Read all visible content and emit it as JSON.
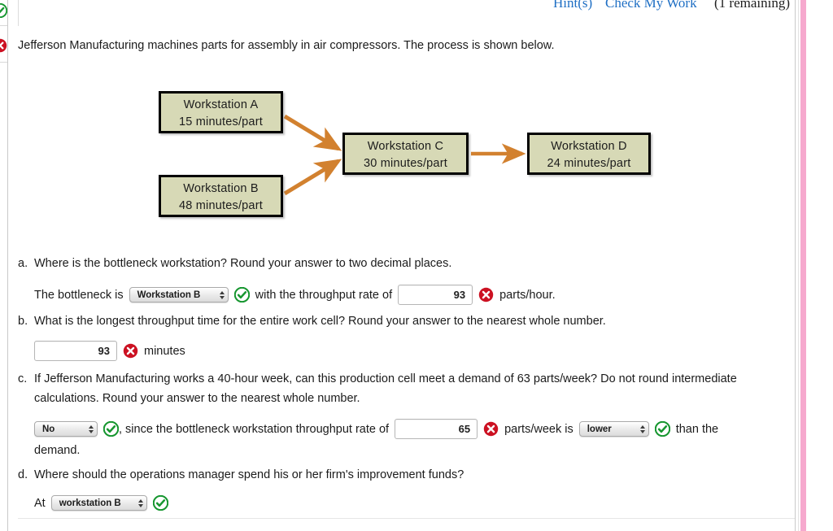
{
  "header": {
    "hint_label": "Hint(s)",
    "check_label": "Check My Work",
    "remaining_label": "(1 remaining)",
    "link_color": "#1f6fc4"
  },
  "intro": {
    "text": "Jefferson Manufacturing machines parts for assembly in air compressors. The process is shown below."
  },
  "diagram": {
    "box_fill": "#d7d9b6",
    "box_border": "#000000",
    "arrow_color": "#d2812f",
    "workstations": [
      {
        "id": "ws-a",
        "name": "Workstation A",
        "time": "15 minutes/part"
      },
      {
        "id": "ws-b",
        "name": "Workstation B",
        "time": "48 minutes/part"
      },
      {
        "id": "ws-c",
        "name": "Workstation C",
        "time": "30 minutes/part"
      },
      {
        "id": "ws-d",
        "name": "Workstation D",
        "time": "24 minutes/part"
      }
    ]
  },
  "questions": [
    {
      "letter": "a.",
      "text": "Where is the bottleneck workstation? Round your answer to two decimal places.",
      "lead_text": "The bottleneck is",
      "select_value": "Workstation B",
      "select_status": "correct",
      "mid_text": "with the throughput rate of",
      "input_value": "93",
      "input_status": "incorrect",
      "trail_text": "parts/hour."
    },
    {
      "letter": "b.",
      "text": "What is the longest throughput time for the entire work cell? Round your answer to the nearest whole number.",
      "input_value": "93",
      "input_status": "incorrect",
      "trail_text": "minutes"
    },
    {
      "letter": "c.",
      "text": "If Jefferson Manufacturing works a 40-hour week, can this production cell meet a demand of 63 parts/week? Do not round intermediate",
      "text_line2": "calculations. Round your answer to the nearest whole number.",
      "select_value": "No",
      "select_status": "correct",
      "mid_text": ", since the bottleneck workstation throughput rate of",
      "input_value": "65",
      "input_status": "incorrect",
      "mid_text2": "parts/week is",
      "select2_value": "lower",
      "select2_status": "correct",
      "trail_text": "than the",
      "trail_text2": "demand."
    },
    {
      "letter": "d.",
      "text": "Where should the operations manager spend his or her firm's improvement funds?",
      "lead_text": "At",
      "select_value": "workstation B",
      "select_status": "correct"
    }
  ],
  "icons": {
    "correct_name": "green-check-icon",
    "incorrect_name": "red-x-icon",
    "correct_color": "#16962f",
    "incorrect_color": "#cc1122"
  },
  "accent": {
    "pink_stripe": "#f6a9ce"
  }
}
